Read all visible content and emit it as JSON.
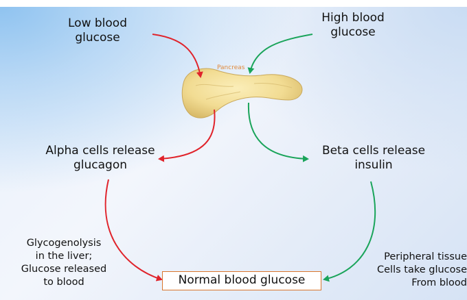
{
  "nodes": {
    "low_glucose": "Low blood\nglucose",
    "high_glucose": "High blood\nglucose",
    "pancreas": "Pancreas",
    "alpha": "Alpha cells release\nglucagon",
    "beta": "Beta cells release\ninsulin",
    "liver": "Glycogenolysis\nin the liver;\nGlucose released\nto blood",
    "peripheral": "Peripheral tissue\nCells take glucose\nFrom blood",
    "normal": "Normal blood glucose"
  },
  "colors": {
    "red_arrow": "#e0232b",
    "green_arrow": "#1aa45a",
    "box_border": "#d9752c",
    "pancreas_fill": "#f2dc93"
  }
}
